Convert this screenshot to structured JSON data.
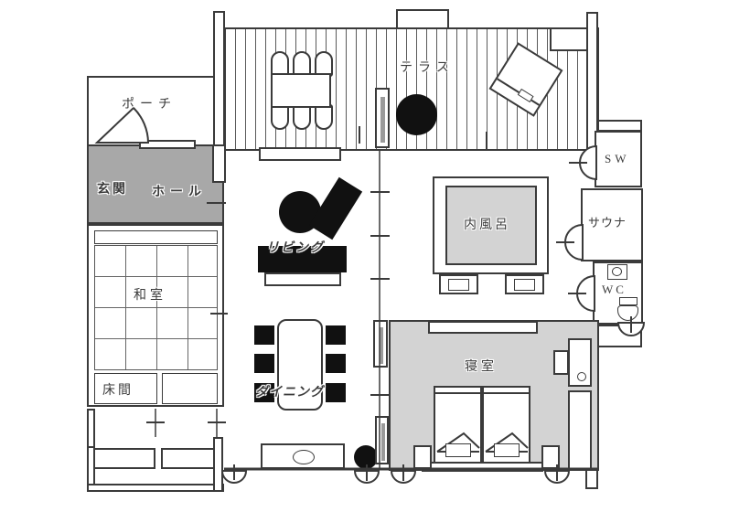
{
  "title": "floor-plan",
  "colors": {
    "background": "#ffffff",
    "wall": "#3a3a3a",
    "fill_dark_gray": "#a8a8a8",
    "fill_light_gray": "#d3d3d3",
    "furniture_black": "#111111",
    "door_gray": "#9a9a9a"
  },
  "rooms": {
    "porch": {
      "label": "ポーチ"
    },
    "entrance": {
      "label": "玄関"
    },
    "hall": {
      "label": "ホール"
    },
    "washitsu": {
      "label": "和室"
    },
    "tokonoma": {
      "label": "床間"
    },
    "terrace": {
      "label": "テラス"
    },
    "living": {
      "label": "リビング"
    },
    "dining": {
      "label": "ダイニング"
    },
    "bath": {
      "label": "内風呂"
    },
    "shower": {
      "label": "SW"
    },
    "sauna": {
      "label": "サウナ"
    },
    "wc": {
      "label": "WC"
    },
    "bedroom": {
      "label": "寝室"
    }
  }
}
